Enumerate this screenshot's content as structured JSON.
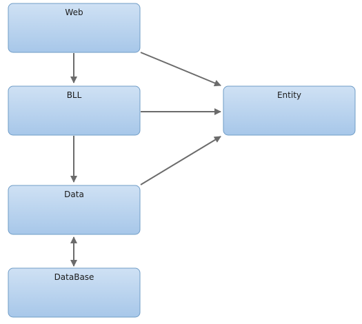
{
  "nodes": {
    "web": "Web",
    "bll": "BLL",
    "data": "Data",
    "database": "DataBase",
    "entity": "Entity"
  },
  "edges": [
    {
      "from": "Web",
      "to": "BLL"
    },
    {
      "from": "Web",
      "to": "Entity"
    },
    {
      "from": "BLL",
      "to": "Entity"
    },
    {
      "from": "BLL",
      "to": "Data"
    },
    {
      "from": "Data",
      "to": "Entity"
    },
    {
      "from": "Data",
      "to": "DataBase",
      "bidirectional": true
    }
  ],
  "colors": {
    "box_top": "#c9ddf2",
    "box_bottom": "#a9c9ea",
    "box_border": "#6f9cc6",
    "arrow": "#6b6b6b"
  }
}
